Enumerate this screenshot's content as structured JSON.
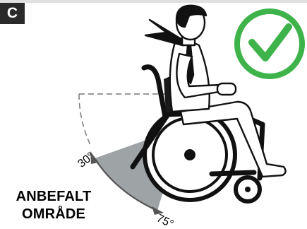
{
  "panel": {
    "label": "C"
  },
  "approval": {
    "icon": "checkmark-circle-icon",
    "color": "#3db34a"
  },
  "angles": {
    "upper": "30°",
    "lower": "75°"
  },
  "zone": {
    "line1": "ANBEFALT",
    "line2": "OMRÅDE",
    "fill_color": "#9ea3a5"
  }
}
